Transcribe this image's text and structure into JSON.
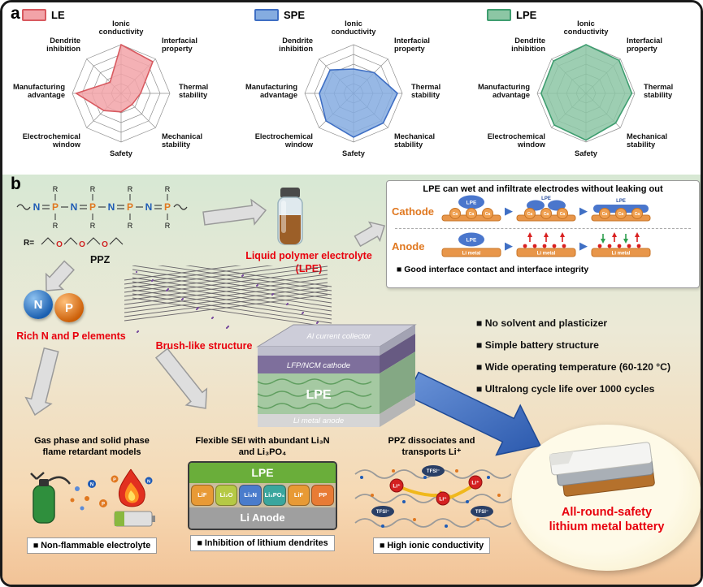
{
  "figure": {
    "panel_a_label": "a",
    "panel_b_label": "b"
  },
  "chart_data": [
    {
      "type": "radar",
      "title": "LE",
      "categories": [
        "Ionic conductivity",
        "Interfacial property",
        "Thermal stability",
        "Mechanical stability",
        "Safety",
        "Electrochemical window",
        "Manufacturing advantage",
        "Dendrite inhibition"
      ],
      "values": [
        5,
        4.6,
        2,
        1.6,
        1.9,
        2.5,
        4.6,
        1.6
      ],
      "max": 5,
      "rings": 5,
      "grid": true,
      "legend_position": "top-left",
      "fill": "#f2a3a8",
      "stroke": "#d85a60"
    },
    {
      "type": "radar",
      "title": "SPE",
      "categories": [
        "Ionic conductivity",
        "Interfacial property",
        "Thermal stability",
        "Mechanical stability",
        "Safety",
        "Electrochemical window",
        "Manufacturing advantage",
        "Dendrite inhibition"
      ],
      "values": [
        2.5,
        3,
        4.5,
        4.3,
        4.5,
        4,
        3.5,
        3.4
      ],
      "max": 5,
      "rings": 5,
      "grid": true,
      "legend_position": "top-left",
      "fill": "#85ace0",
      "stroke": "#3f6fc4"
    },
    {
      "type": "radar",
      "title": "LPE",
      "categories": [
        "Ionic conductivity",
        "Interfacial property",
        "Thermal stability",
        "Mechanical stability",
        "Safety",
        "Electrochemical window",
        "Manufacturing advantage",
        "Dendrite inhibition"
      ],
      "values": [
        5,
        4.8,
        4.7,
        4.3,
        4.8,
        4.6,
        4.6,
        4.7
      ],
      "max": 5,
      "rings": 5,
      "grid": true,
      "legend_position": "top-left",
      "fill": "#8cc6a4",
      "stroke": "#3f9e70"
    }
  ],
  "panel_b": {
    "ppz": {
      "atoms": [
        "N",
        "P",
        "N",
        "P",
        "N",
        "P",
        "N",
        "P"
      ],
      "r": "R",
      "r_prefix": "R=",
      "o": "O",
      "label": "PPZ"
    },
    "lpe_callout": {
      "line1": "Liquid polymer electrolyte",
      "line2": "(LPE)"
    },
    "wet_box": {
      "title": "LPE can wet and infiltrate electrodes without leaking out",
      "cathode": "Cathode",
      "anode": "Anode",
      "lpe": "LPE",
      "li_metal": "Li metal",
      "ca": "Ca",
      "stage_arrow": "▶",
      "bullet": "■ Good interface contact and interface integrity"
    },
    "np": {
      "n": "N",
      "p": "P",
      "caption": "Rich N and P elements"
    },
    "brush_caption": "Brush-like structure",
    "stack": {
      "layer1": "Al current collector",
      "layer2": "LFP/NCM cathode",
      "layer3": "LPE",
      "layer4": "Li metal anode"
    },
    "features": {
      "bullet": "■",
      "items": [
        "No solvent and plasticizer",
        "Simple battery structure",
        "Wide operating temperature (60-120 °C)",
        "Ultralong cycle life over 1000 cycles"
      ]
    },
    "flame": {
      "title1": "Gas phase and solid phase",
      "title2": "flame retardant models",
      "bullet": "■ Non-flammable electrolyte"
    },
    "sei": {
      "title1": "Flexible SEI with abundant Li₃N",
      "title2": "and Li₃PO₄",
      "lpe": "LPE",
      "anode": "Li Anode",
      "tiles": [
        {
          "label": "LiF",
          "color": "#e89a35"
        },
        {
          "label": "Li₂O",
          "color": "#b5c945"
        },
        {
          "label": "Li₃N",
          "color": "#4a7ccc"
        },
        {
          "label": "Li₃PO₄",
          "color": "#3aa69e"
        },
        {
          "label": "LiF",
          "color": "#e89a35"
        },
        {
          "label": "PP",
          "color": "#e87b35"
        }
      ],
      "bullet": "■ Inhibition of lithium dendrites"
    },
    "transport": {
      "title1": "PPZ dissociates and",
      "title2": "transports Li⁺",
      "li": "Li⁺",
      "tfsi": "TFSI⁻",
      "bullet": "■ High ionic conductivity"
    },
    "battery": {
      "line1": "All-round-safety",
      "line2": "lithium metal battery"
    }
  }
}
